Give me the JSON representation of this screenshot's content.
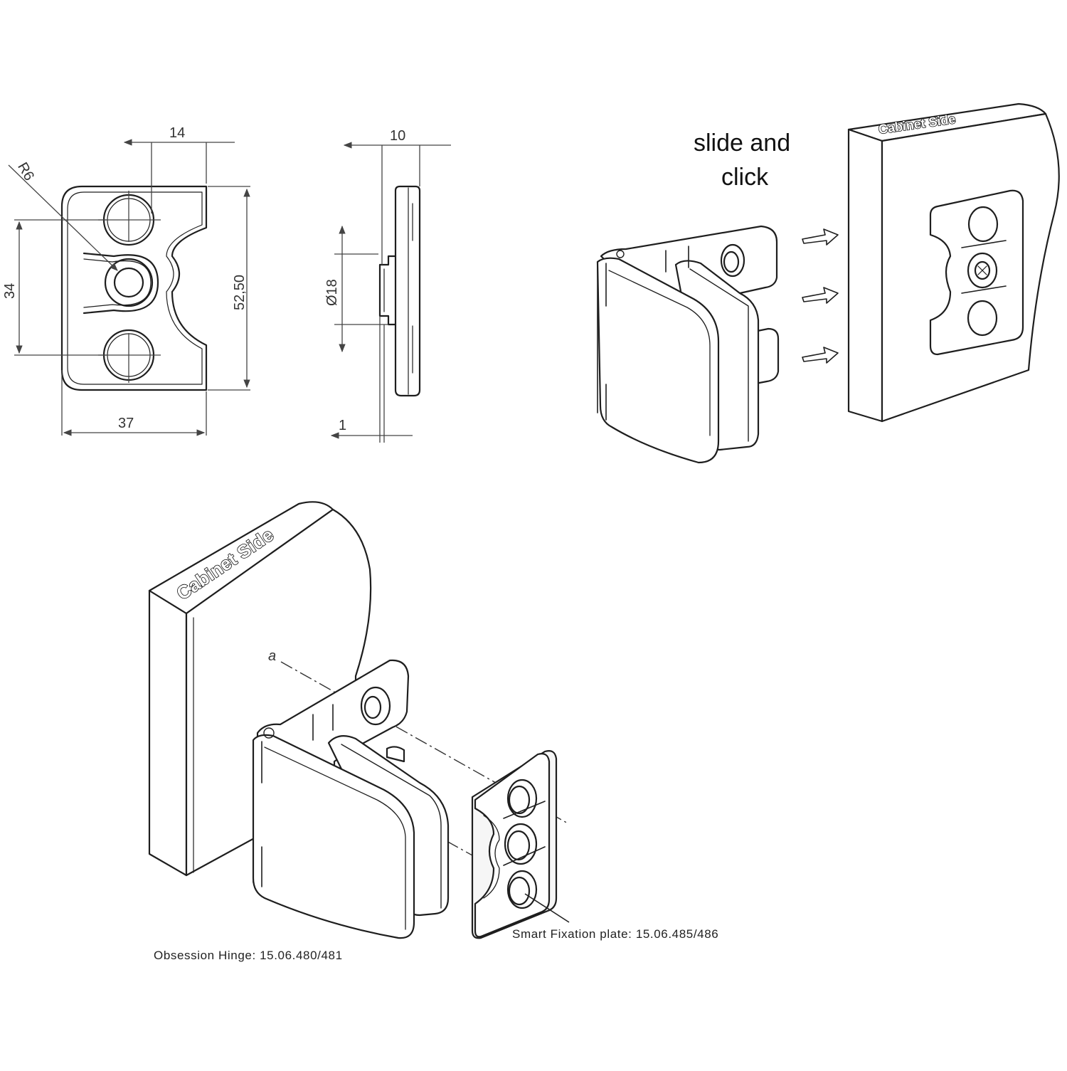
{
  "dimensions": {
    "front_width_top": "14",
    "front_radius": "R6",
    "front_spacing": "34",
    "front_height": "52,50",
    "front_width": "37",
    "side_width_top": "10",
    "side_diameter": "Ø18",
    "side_offset": "1"
  },
  "instruction": {
    "line1": "slide and",
    "line2": "click"
  },
  "labels": {
    "cabinet_side_top": "Cabinet Side",
    "cabinet_side_bottom": "Cabinet Side",
    "axis_marker": "a",
    "hinge_caption": "Obsession Hinge: 15.06.480/481",
    "plate_caption": "Smart Fixation plate: 15.06.485/486"
  },
  "arrow_icons": [
    "right-arrow-icon",
    "right-arrow-icon",
    "right-arrow-icon"
  ]
}
